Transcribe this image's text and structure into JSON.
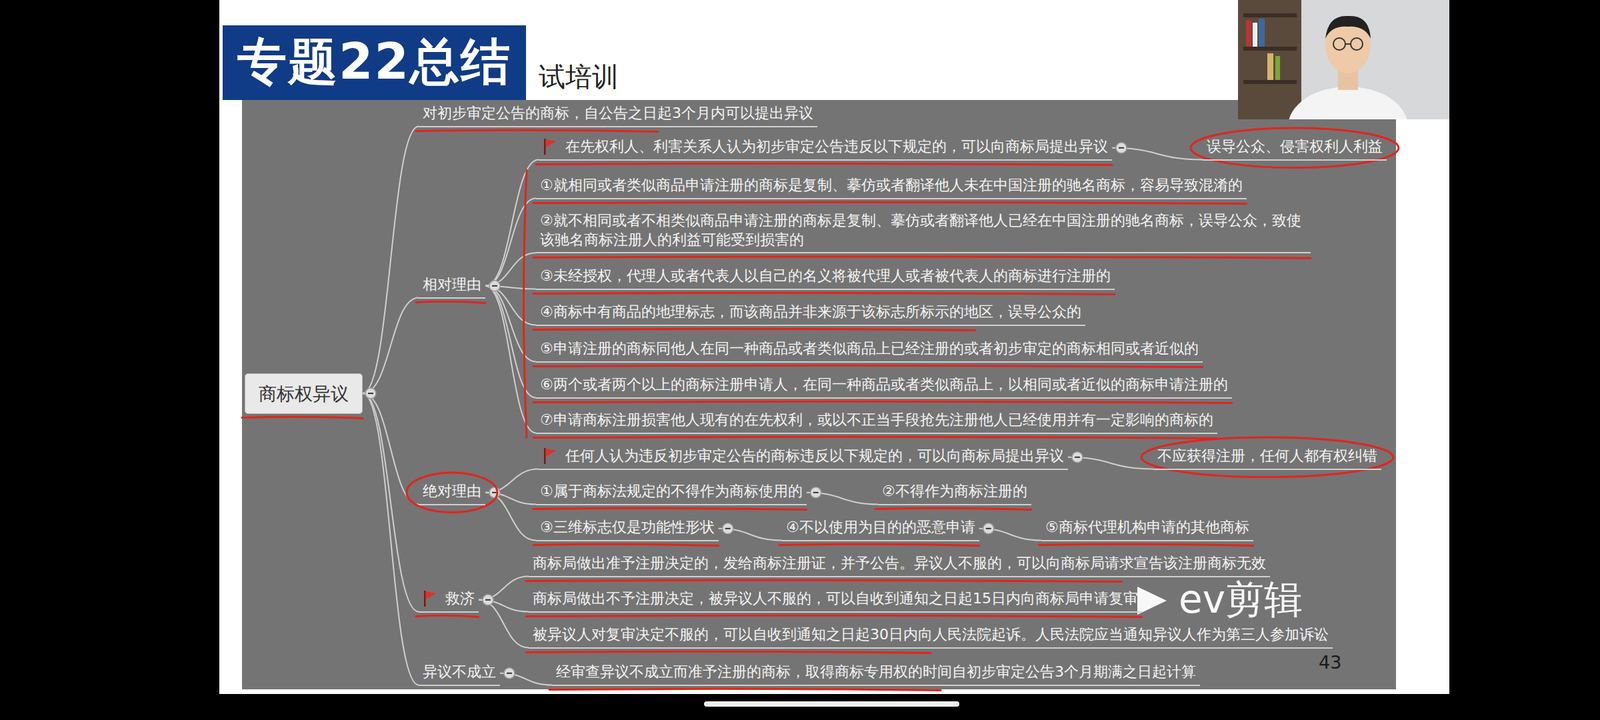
{
  "diagram": {
    "title": "专题22总结",
    "nodes": [
      {
        "text": [
          "商标权异议"
        ]
      },
      {
        "text": [
          "对初步审定公告的商标，自公告之日起3个月内可以提出异议"
        ]
      },
      {
        "text": [
          "相对理由"
        ]
      },
      {
        "text": [
          "在先权利人、利害关系人认为初步审定公告违反以下规定的，可以向商标局提出异议"
        ]
      },
      {
        "text": [
          "误导公众、侵害权利人利益"
        ]
      },
      {
        "text": [
          "①就相同或者类似商品申请注册的商标是复制、摹仿或者翻译他人未在中国注册的驰名商标，容易导致混淆的"
        ]
      },
      {
        "text": [
          "②就不相同或者不相类似商品申请注册的商标是复制、摹仿或者翻译他人已经在中国注册的驰名商标，误导公众，致使该驰名商标注册人的利益可能受到损害的"
        ]
      },
      {
        "text": [
          "③未经授权，代理人或者代表人以自己的名义将被代理人或者被代表人的商标进行注册的"
        ]
      },
      {
        "text": [
          "④商标中有商品的地理标志，而该商品并非来源于该标志所标示的地区，误导公众的"
        ]
      },
      {
        "text": [
          "⑤申请注册的商标同他人在同一种商品或者类似商品上已经注册的或者初步审定的商标相同或者近似的"
        ]
      },
      {
        "text": [
          "⑥两个或者两个以上的商标注册申请人，在同一种商品或者类似商品上，以相同或者近似的商标申请注册的"
        ]
      },
      {
        "text": [
          "⑦申请商标注册损害他人现有的在先权利，或以不正当手段抢先注册他人已经使用并有一定影响的商标的"
        ]
      },
      {
        "text": [
          "绝对理由"
        ]
      },
      {
        "text": [
          "任何人认为违反初步审定公告的商标违反以下规定的，可以向商标局提出异议"
        ]
      },
      {
        "text": [
          "不应获得注册，任何人都有权纠错"
        ]
      },
      {
        "text": [
          "①属于商标法规定的不得作为商标使用的"
        ]
      },
      {
        "text": [
          "②不得作为商标注册的"
        ]
      },
      {
        "text": [
          "③三维标志仅是功能性形状"
        ]
      },
      {
        "text": [
          "④不以使用为目的的恶意申请"
        ]
      },
      {
        "text": [
          "⑤商标代理机构申请的其他商标"
        ]
      },
      {
        "text": [
          "救济"
        ]
      },
      {
        "text": [
          "商标局做出准予注册决定的，发给商标注册证，并予公告。异议人不服的，可以向商标局请求宣告该注册商标无效"
        ]
      },
      {
        "text": [
          "商标局做出不予注册决定，被异议人不服的，可以自收到通知之日起15日内向商标局申请复审"
        ]
      },
      {
        "text": [
          "被异议人对复审决定不服的，可以自收到通知之日起30日内向人民法院起诉。人民法院应当通知异议人作为第三人参加诉讼"
        ]
      },
      {
        "text": [
          "异议不成立"
        ]
      },
      {
        "text": [
          "经审查异议不成立而准予注册的商标，取得商标专用权的时间自初步审定公告3个月期满之日起计算"
        ]
      }
    ],
    "edges": [
      {
        "from": 0,
        "to": 1,
        "arrow": "none"
      },
      {
        "from": 0,
        "to": 2,
        "arrow": "none"
      },
      {
        "from": 2,
        "to": 3,
        "arrow": "none"
      },
      {
        "from": 3,
        "to": 4,
        "arrow": "none"
      },
      {
        "from": 2,
        "to": 5,
        "arrow": "none"
      },
      {
        "from": 2,
        "to": 6,
        "arrow": "none"
      },
      {
        "from": 2,
        "to": 7,
        "arrow": "none"
      },
      {
        "from": 2,
        "to": 8,
        "arrow": "none"
      },
      {
        "from": 2,
        "to": 9,
        "arrow": "none"
      },
      {
        "from": 2,
        "to": 10,
        "arrow": "none"
      },
      {
        "from": 2,
        "to": 11,
        "arrow": "none"
      },
      {
        "from": 0,
        "to": 12,
        "arrow": "none"
      },
      {
        "from": 12,
        "to": 13,
        "arrow": "none"
      },
      {
        "from": 13,
        "to": 14,
        "arrow": "none"
      },
      {
        "from": 12,
        "to": 15,
        "arrow": "none"
      },
      {
        "from": 15,
        "to": 16,
        "arrow": "none"
      },
      {
        "from": 12,
        "to": 17,
        "arrow": "none"
      },
      {
        "from": 17,
        "to": 18,
        "arrow": "none"
      },
      {
        "from": 18,
        "to": 19,
        "arrow": "none"
      },
      {
        "from": 0,
        "to": 20,
        "arrow": "none"
      },
      {
        "from": 20,
        "to": 21,
        "arrow": "none"
      },
      {
        "from": 20,
        "to": 22,
        "arrow": "none"
      },
      {
        "from": 20,
        "to": 23,
        "arrow": "none"
      },
      {
        "from": 0,
        "to": 24,
        "arrow": "none"
      },
      {
        "from": 24,
        "to": 25,
        "arrow": "none"
      }
    ],
    "labels": [
      "试培训",
      "43",
      "ev剪辑"
    ]
  }
}
